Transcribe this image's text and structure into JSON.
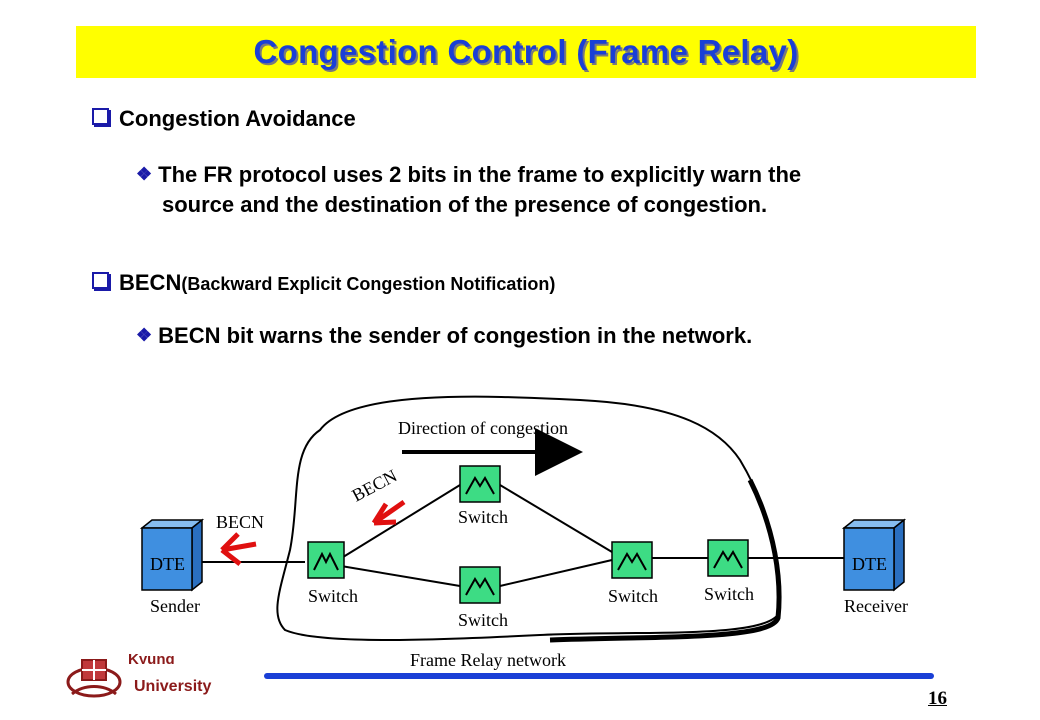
{
  "slide": {
    "title": "Congestion Control (Frame Relay)",
    "bullets": [
      {
        "text": "Congestion Avoidance"
      },
      {
        "line1": "The FR protocol uses 2 bits in the frame to explicitly warn the",
        "line2": "source and the destination of the presence of congestion."
      },
      {
        "main": "BECN",
        "detail": "(Backward Explicit Congestion Notification)"
      },
      {
        "text": "BECN bit warns the sender of congestion in the network."
      }
    ]
  },
  "diagram": {
    "direction_label": "Direction of congestion",
    "becn_label_1": "BECN",
    "becn_label_2": "BECN",
    "dte_left": "DTE",
    "dte_right": "DTE",
    "sender_label": "Sender",
    "receiver_label": "Receiver",
    "switch_labels": [
      "Switch",
      "Switch",
      "Switch",
      "Switch",
      "Switch"
    ],
    "network_label": "Frame Relay network",
    "colors": {
      "dte_fill": "#3f8fe0",
      "switch_fill": "#3ddc84",
      "arrow_red": "#e01010"
    }
  },
  "footer": {
    "university_partial": "Kyung",
    "university": "University",
    "page_number": "16"
  },
  "colors": {
    "title_bg": "#ffff00",
    "title_text": "#1a3fd6",
    "bullet_marker": "#1a1aa8",
    "footer_bar": "#1a3fd6"
  }
}
